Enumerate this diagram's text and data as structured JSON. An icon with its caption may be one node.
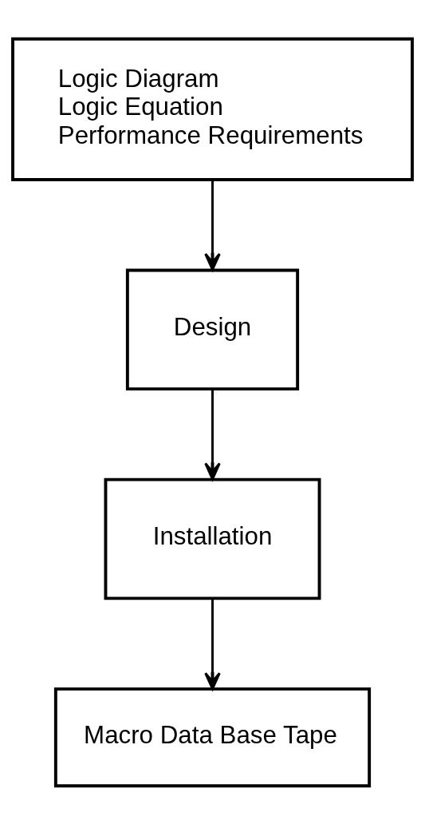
{
  "diagram": {
    "nodes": [
      {
        "text": [
          "Logic Diagram",
          "Logic Equation",
          "Performance Requirements"
        ]
      },
      {
        "text": [
          "Design"
        ]
      },
      {
        "text": [
          "Installation"
        ]
      },
      {
        "text": [
          "Macro Data Base Tape"
        ]
      }
    ],
    "edges": [
      {
        "from": 0,
        "to": 1,
        "arrow": "to"
      },
      {
        "from": 1,
        "to": 2,
        "arrow": "to"
      },
      {
        "from": 2,
        "to": 3,
        "arrow": "to"
      }
    ]
  }
}
